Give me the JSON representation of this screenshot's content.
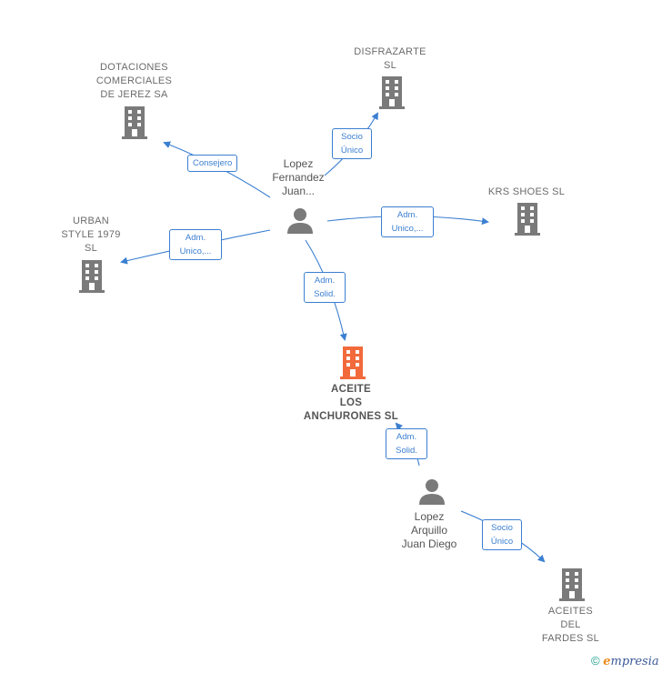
{
  "nodes": {
    "dotaciones": {
      "lines": [
        "DOTACIONES",
        "COMERCIALES",
        "DE JEREZ SA"
      ]
    },
    "disfrazarte": {
      "lines": [
        "DISFRAZARTE",
        "SL"
      ]
    },
    "krs": {
      "lines": [
        "KRS SHOES SL"
      ]
    },
    "urban": {
      "lines": [
        "URBAN",
        "STYLE 1979",
        "SL"
      ]
    },
    "aceite_los": {
      "lines": [
        "ACEITE",
        "LOS",
        "ANCHURONES SL"
      ]
    },
    "aceites_fardes": {
      "lines": [
        "ACEITES",
        "DEL",
        "FARDES SL"
      ]
    }
  },
  "people": {
    "lopez_fernandez": {
      "lines": [
        "Lopez",
        "Fernandez",
        "Juan..."
      ]
    },
    "lopez_arquillo": {
      "lines": [
        "Lopez",
        "Arquillo",
        "Juan Diego"
      ]
    }
  },
  "edges": {
    "consejero": {
      "lines": [
        "Consejero"
      ]
    },
    "socio_disfrazarte": {
      "lines": [
        "Socio",
        "Único"
      ]
    },
    "adm_krs": {
      "lines": [
        "Adm.",
        "Unico,..."
      ]
    },
    "adm_urban": {
      "lines": [
        "Adm.",
        "Unico,..."
      ]
    },
    "adm_solid_aceite": {
      "lines": [
        "Adm.",
        "Solid."
      ]
    },
    "adm_solid_arquillo": {
      "lines": [
        "Adm.",
        "Solid."
      ]
    },
    "socio_fardes": {
      "lines": [
        "Socio",
        "Único"
      ]
    }
  },
  "colors": {
    "edge": "#3b7fd1",
    "building": "#7a7a7a",
    "main_building": "#f26a3b",
    "person": "#7a7a7a"
  },
  "footer": {
    "copyright": "©",
    "brand_initial": "e",
    "brand_rest": "mpresia"
  }
}
